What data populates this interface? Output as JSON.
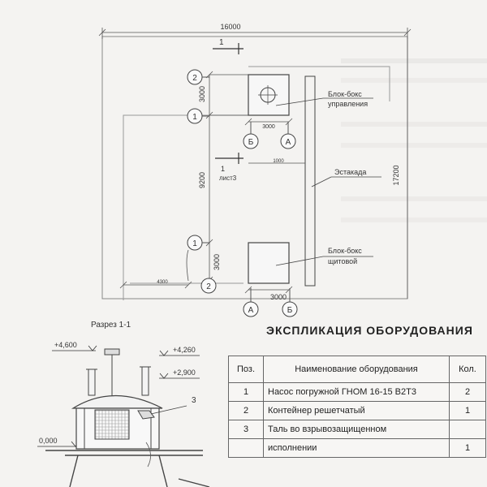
{
  "plan": {
    "dim_total_width": "16000",
    "dim_total_height": "17200",
    "dim_between_blocks": "9200",
    "dim_top_block": "3000",
    "dim_bottom_block": "3000",
    "dim_top_block_width": "3000",
    "dim_bottom_block_width": "3000",
    "dim_offset_left": "4300",
    "dim_offset_small": "1000",
    "section_mark": "1",
    "section_mark_2": "1",
    "section_sheet": "лист3",
    "axis_labels": [
      "2",
      "1",
      "1",
      "2",
      "Б",
      "А",
      "А",
      "Б"
    ],
    "label_control_box": [
      "Блок-бокс",
      "управления"
    ],
    "label_trestle": "Эстакада",
    "label_switch_box": [
      "Блок-бокс",
      "щитовой"
    ]
  },
  "section": {
    "title": "Разрез 1-1",
    "elev_1": "+4,600",
    "elev_2": "+4,260",
    "elev_3": "+2,900",
    "elev_0": "0,000",
    "callout": "3"
  },
  "explication": {
    "title": "ЭКСПЛИКАЦИЯ ОБОРУДОВАНИЯ",
    "headers": {
      "num": "Поз.",
      "name": "Наименование оборудования",
      "qty": "Кол."
    },
    "rows": [
      {
        "num": "1",
        "name": "Насос погружной ГНОМ 16-15 В2Т3",
        "qty": "2"
      },
      {
        "num": "2",
        "name": "Контейнер решетчатый",
        "qty": "1"
      },
      {
        "num": "3",
        "name": "Таль во взрывозащищенном",
        "qty": ""
      },
      {
        "num": "",
        "name": "исполнении",
        "qty": "1"
      }
    ]
  }
}
